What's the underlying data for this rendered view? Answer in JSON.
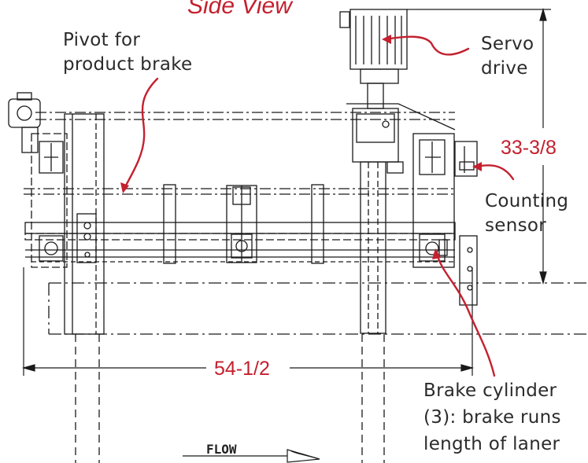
{
  "title": "Side View",
  "callouts": {
    "pivot": [
      "Pivot for",
      "product brake"
    ],
    "servo": [
      "Servo",
      "drive"
    ],
    "sensor": [
      "Counting",
      "sensor"
    ],
    "cylinder": [
      "Brake cylinder",
      "(3): brake runs",
      "length of laner"
    ]
  },
  "dimensions": {
    "height": "33-3/8",
    "width": "54-1/2"
  },
  "flow_label": "FLOW",
  "colors": {
    "annotation": "#c4202f",
    "line": "#1a1a1a",
    "text": "#2b2b2b"
  }
}
